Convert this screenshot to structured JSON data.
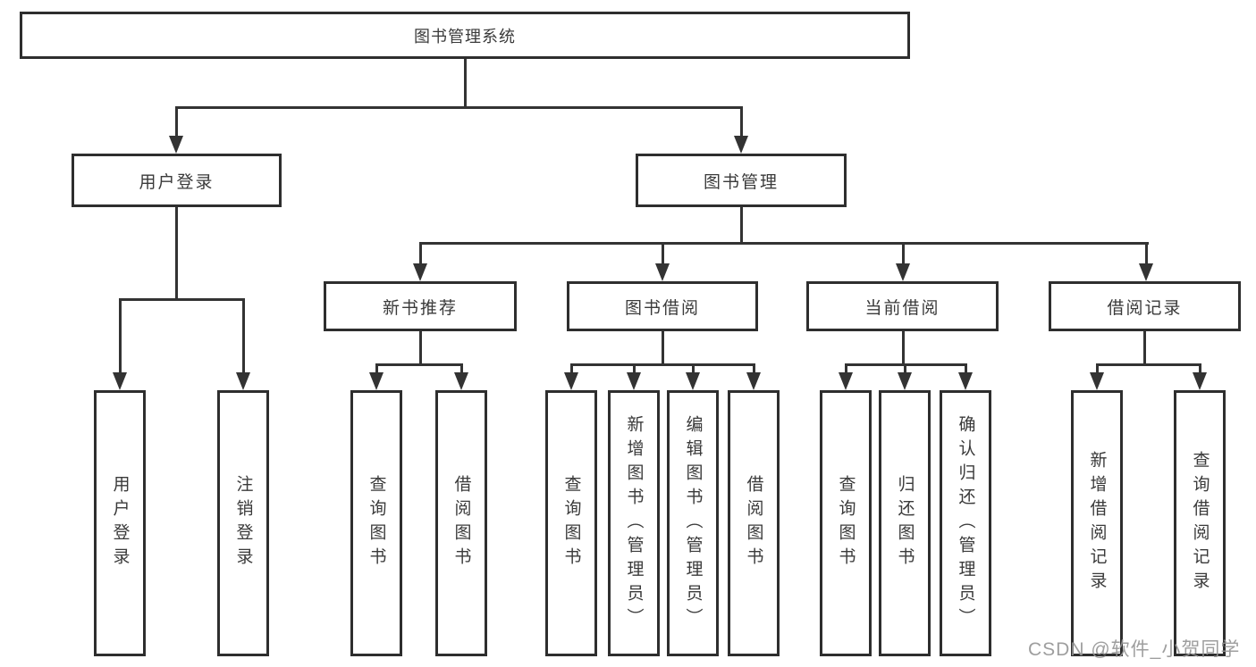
{
  "diagram_title": "图书管理系统",
  "tree": {
    "label": "图书管理系统",
    "children": [
      {
        "label": "用户登录",
        "children": [
          {
            "label": "用户登录"
          },
          {
            "label": "注销登录"
          }
        ]
      },
      {
        "label": "图书管理",
        "children": [
          {
            "label": "新书推荐",
            "children": [
              {
                "label": "查询图书"
              },
              {
                "label": "借阅图书"
              }
            ]
          },
          {
            "label": "图书借阅",
            "children": [
              {
                "label": "查询图书"
              },
              {
                "label": "新增图书（管理员）"
              },
              {
                "label": "编辑图书（管理员）"
              },
              {
                "label": "借阅图书"
              }
            ]
          },
          {
            "label": "当前借阅",
            "children": [
              {
                "label": "查询图书"
              },
              {
                "label": "归还图书"
              },
              {
                "label": "确认归还（管理员）"
              }
            ]
          },
          {
            "label": "借阅记录",
            "children": [
              {
                "label": "新增借阅记录"
              },
              {
                "label": "查询借阅记录"
              }
            ]
          }
        ]
      }
    ]
  },
  "watermark": "CSDN @软件_小贺同学",
  "colors": {
    "background": "#ffffff",
    "box_border": "#2e2e2e",
    "line": "#333333",
    "text": "#3a3a3a",
    "watermark": "#969696"
  }
}
